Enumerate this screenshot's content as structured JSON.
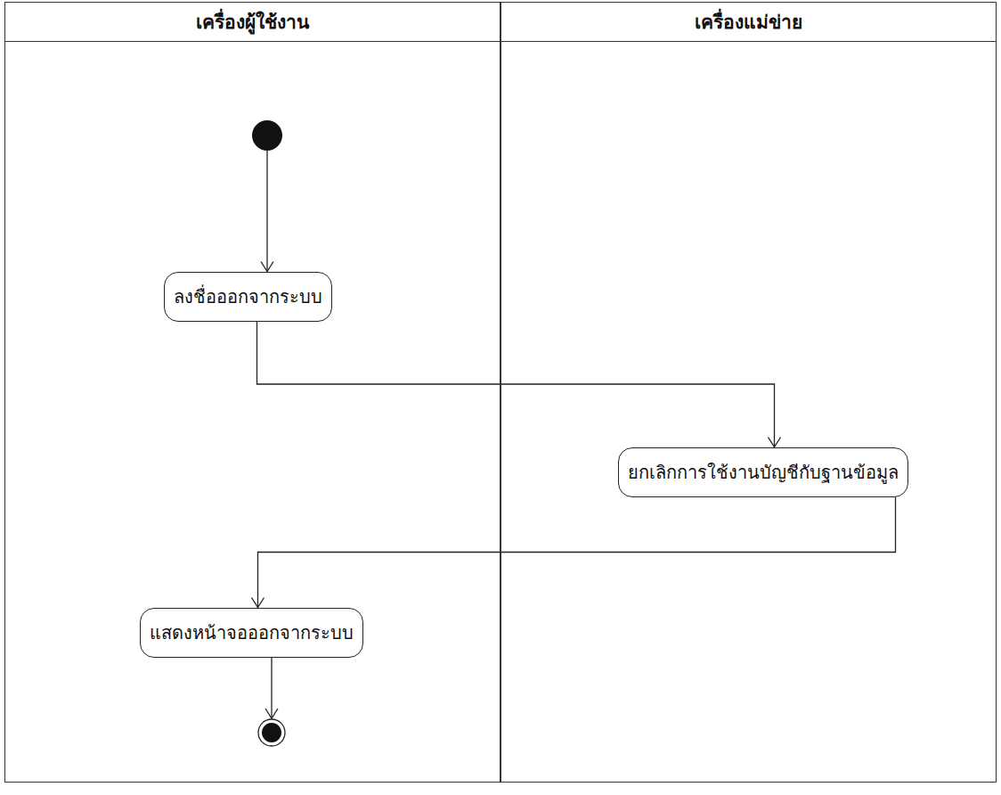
{
  "diagram": {
    "nodes": [
      {
        "text": [
          "เครื่องผู้ใช้งาน"
        ]
      },
      {
        "text": [
          "เครื่องแม่ข่าย"
        ]
      },
      {
        "text": [
          "ลงชื่อออกจากระบบ"
        ],
        "in": 0
      },
      {
        "text": [
          "ยกเลิกการใช้งานบัญชีกับฐานข้อมูล"
        ],
        "in": 1
      },
      {
        "text": [
          "แสดงหน้าจอออกจากระบบ"
        ],
        "in": 0
      }
    ],
    "edges": [
      {
        "from": 2,
        "to": 3,
        "arrow": "to"
      },
      {
        "from": 3,
        "to": 4,
        "arrow": "to"
      }
    ]
  }
}
